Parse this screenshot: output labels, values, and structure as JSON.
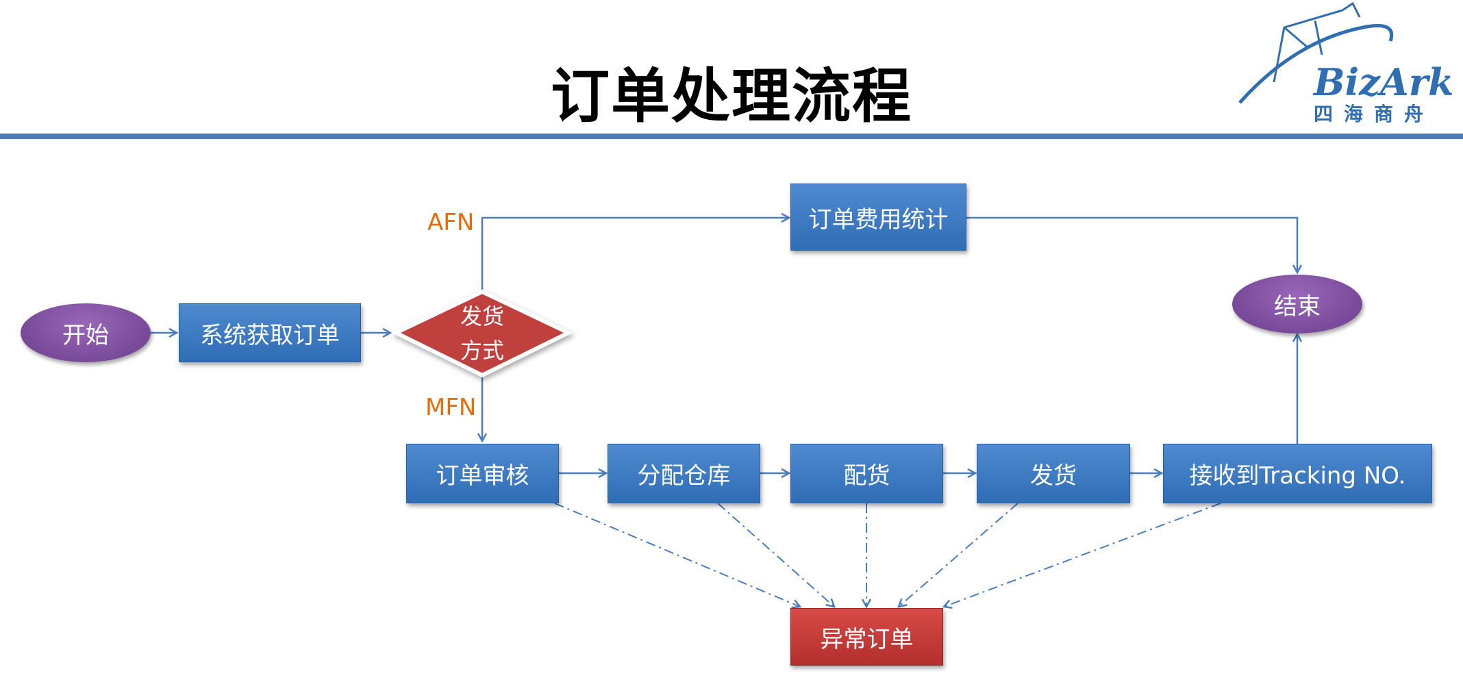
{
  "title": "订单处理流程",
  "logo": {
    "brand": "BizArk",
    "subtitle": "四海商舟"
  },
  "nodes": {
    "start": "开始",
    "fetch": "系统获取订单",
    "decision_line1": "发货",
    "decision_line2": "方式",
    "fee_stats": "订单费用统计",
    "end": "结束",
    "review": "订单审核",
    "allocate": "分配仓库",
    "pick": "配货",
    "ship": "发货",
    "tracking": "接收到Tracking NO.",
    "exception": "异常订单"
  },
  "branches": {
    "afn": "AFN",
    "mfn": "MFN"
  },
  "colors": {
    "box_blue": "#3a78c2",
    "box_red": "#c23b39",
    "oval_purple": "#7b4a9c",
    "diamond_red": "#c0403d",
    "branch_orange": "#e46c0a",
    "connector": "#4a7dbe",
    "rule": "#4a7dbe"
  }
}
